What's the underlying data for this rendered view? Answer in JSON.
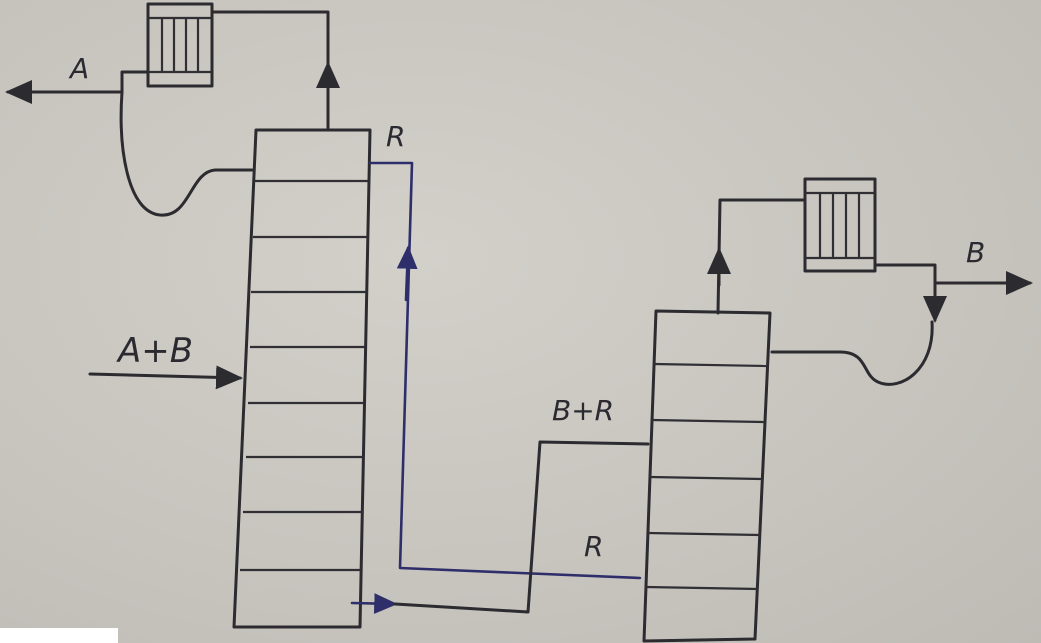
{
  "labels": {
    "a_out": "A",
    "feed": "A+B",
    "r_top": "R",
    "b_plus_r": "B+R",
    "r_recycle": "R",
    "b_out": "B"
  },
  "colors": {
    "ink": "#2b2b30",
    "blue_ink": "#2e2f6a",
    "paper": "#c9c6c0"
  }
}
